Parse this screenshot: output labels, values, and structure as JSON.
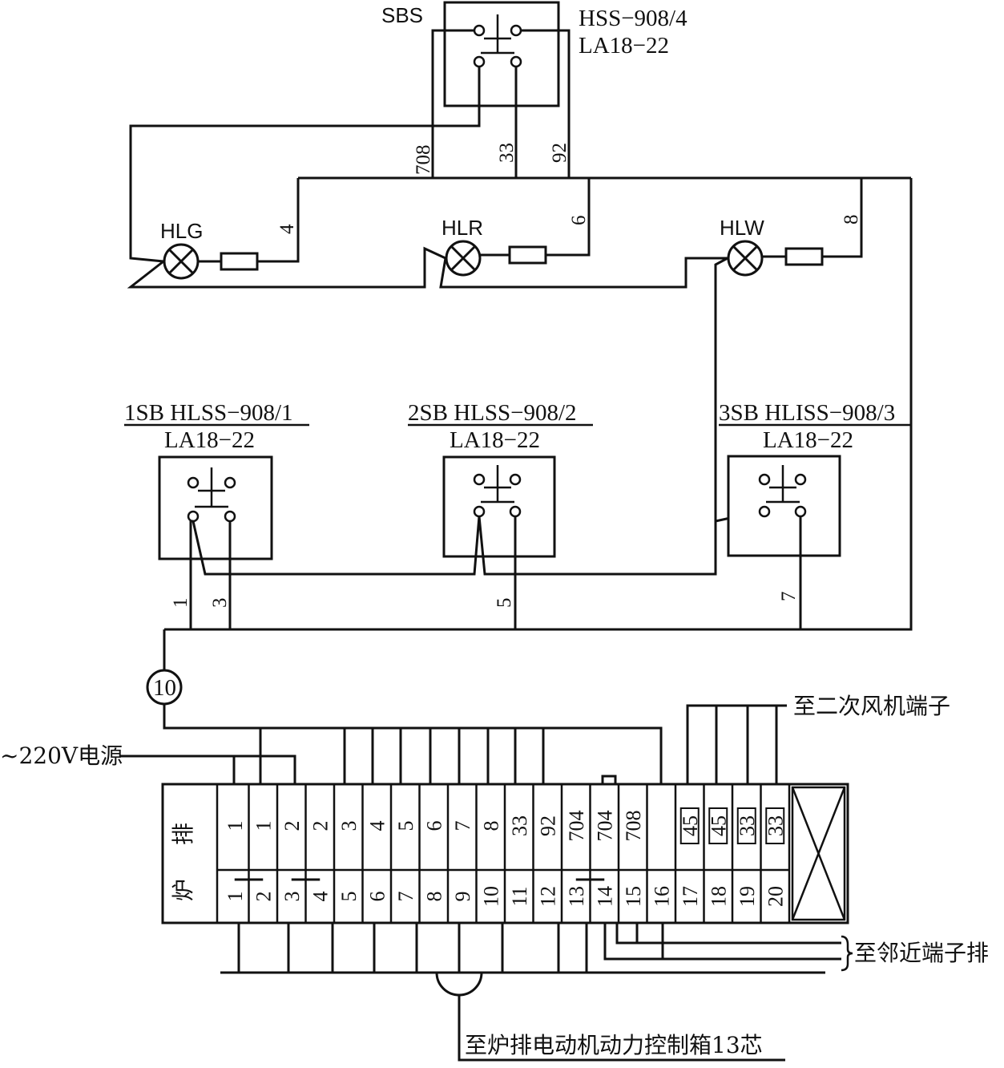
{
  "switch_sbs": {
    "name": "SBS",
    "model": "HSS−908/4",
    "type": "LA18−22"
  },
  "lamps": [
    {
      "id": "hlg",
      "label": "HLG"
    },
    {
      "id": "hlr",
      "label": "HLR"
    },
    {
      "id": "hlw",
      "label": "HLW"
    }
  ],
  "switches": [
    {
      "id": "1sb",
      "label": "1SB HLSS−908/1",
      "type": "LA18−22"
    },
    {
      "id": "2sb",
      "label": "2SB HLSS−908/2",
      "type": "LA18−22"
    },
    {
      "id": "3sb",
      "label": "3SB HLISS−908/3",
      "type": "LA18−22"
    }
  ],
  "wire_numbers": {
    "w708": "708",
    "w33": "33",
    "w92": "92",
    "w4": "4",
    "w6": "6",
    "w8": "8",
    "w1": "1",
    "w3": "3",
    "w5": "5",
    "w7": "7"
  },
  "cable_tag": "10",
  "power_label": "~220V电源",
  "to_secondary_fan": "至二次风机端子",
  "to_adjacent": "至邻近端子排",
  "to_grate_motor": "至炉排电动机动力控制箱13芯",
  "terminal_block": {
    "name_chars": [
      "炉",
      "排"
    ],
    "top_labels": [
      "1",
      "1",
      "2",
      "2",
      "3",
      "4",
      "5",
      "6",
      "7",
      "8",
      "33",
      "92",
      "704",
      "704",
      "708",
      "",
      "45",
      "45",
      "33",
      "33"
    ],
    "bottom_numbers": [
      "1",
      "2",
      "3",
      "4",
      "5",
      "6",
      "7",
      "8",
      "9",
      "10",
      "11",
      "12",
      "13",
      "14",
      "15",
      "16",
      "17",
      "18",
      "19",
      "20"
    ]
  }
}
